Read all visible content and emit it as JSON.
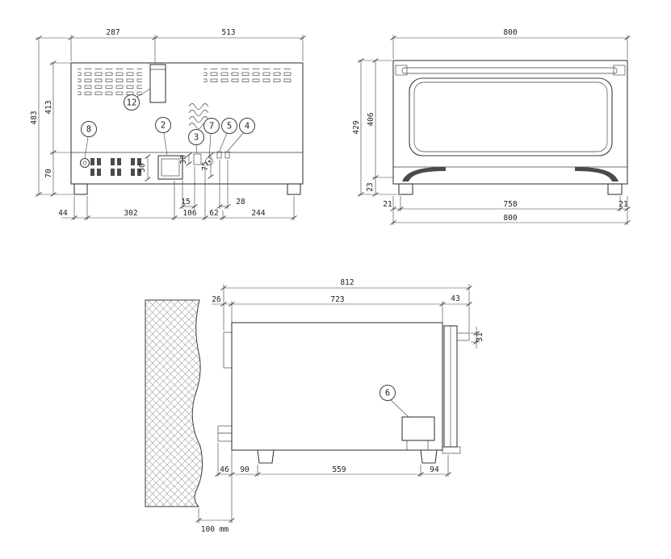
{
  "drawing": {
    "line_color": "#3c3c3c",
    "hatch_color": "#9a9a9a",
    "rear": {
      "dim_top_left": "287",
      "dim_top_right": "513",
      "dim_height_total": "483",
      "dim_height_upper": "413",
      "dim_height_lower": "70",
      "dim_50": "50",
      "dim_30": "30",
      "dim_75": "75",
      "dim_15": "15",
      "dim_28": "28",
      "dim_bottom_44": "44",
      "dim_bottom_302": "302",
      "dim_bottom_106": "106",
      "dim_bottom_62": "62",
      "dim_bottom_244": "244",
      "callouts": {
        "c12": "12",
        "c8": "8",
        "c2": "2",
        "c3": "3",
        "c7": "7",
        "c5": "5",
        "c4": "4"
      }
    },
    "front": {
      "dim_top_width": "800",
      "dim_height_total": "429",
      "dim_height_body": "406",
      "dim_base": "23",
      "dim_bottom_left": "21",
      "dim_bottom_center": "758",
      "dim_bottom_right": "21",
      "dim_bottom_total": "800"
    },
    "side": {
      "dim_depth_total": "812",
      "dim_depth_body": "723",
      "dim_back_gap": "26",
      "dim_door": "43",
      "dim_handle": "31",
      "dim_bottom_46": "46",
      "dim_bottom_90": "90",
      "dim_bottom_559": "559",
      "dim_bottom_94": "94",
      "wall_clearance": "100 mm",
      "callouts": {
        "c6": "6"
      }
    }
  }
}
